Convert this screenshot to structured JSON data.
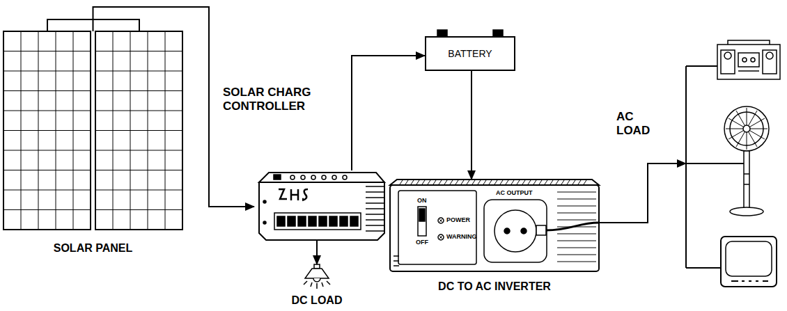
{
  "diagram": {
    "nodes": [
      {
        "text": [
          "SOLAR PANEL"
        ]
      },
      {
        "text": [
          "SOLAR CHARG CONTROLLER"
        ]
      },
      {
        "text": [
          "BATTERY"
        ]
      },
      {
        "text": [
          "DC LOAD"
        ]
      },
      {
        "text": [
          "DC TO AC INVERTER"
        ]
      },
      {
        "text": [
          "AC LOAD"
        ]
      }
    ],
    "edges": [
      {
        "from": 0,
        "to": 1,
        "arrow": "to"
      },
      {
        "from": 1,
        "to": 2,
        "arrow": "to"
      },
      {
        "from": 1,
        "to": 3,
        "arrow": "to"
      },
      {
        "from": 2,
        "to": 4,
        "arrow": "to"
      },
      {
        "from": 4,
        "to": 5,
        "arrow": "to"
      }
    ],
    "labels": [
      "ON",
      "OFF",
      "POWER",
      "WARNING",
      "AC OUTPUT"
    ]
  }
}
